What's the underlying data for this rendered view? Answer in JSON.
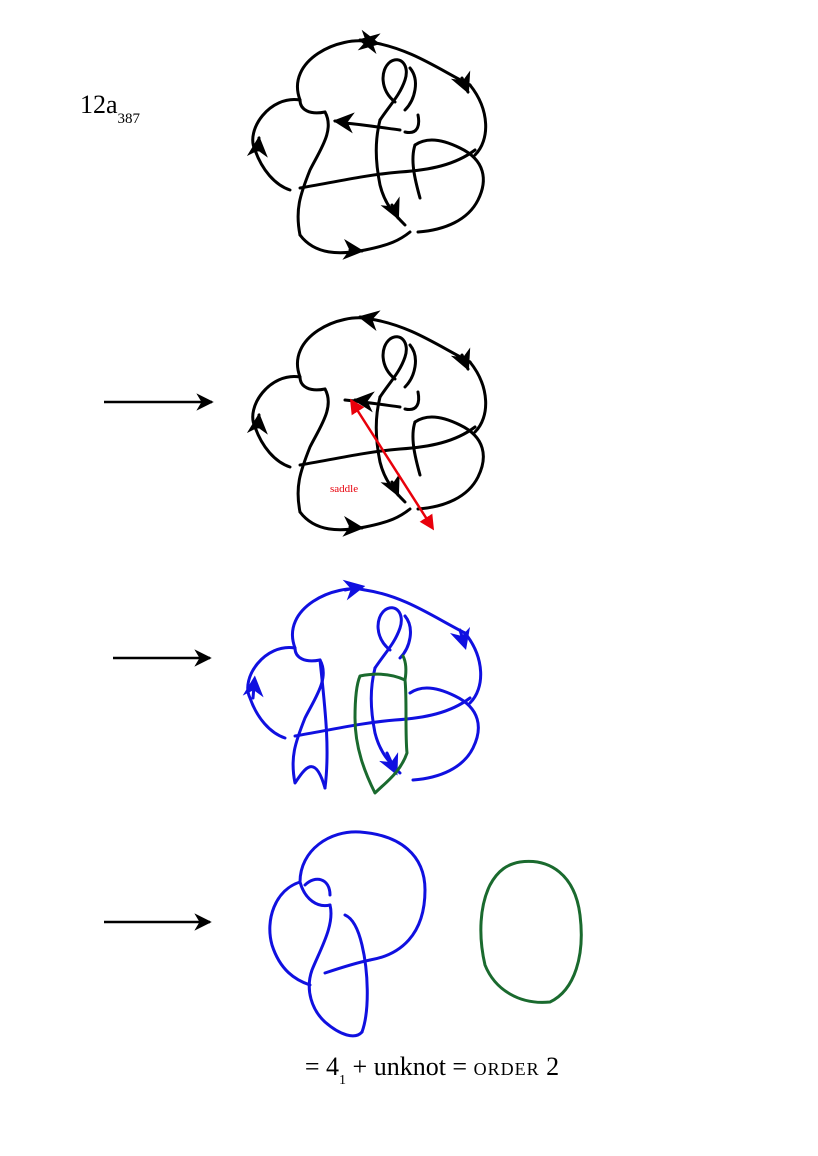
{
  "figure": {
    "knot_name": {
      "main": "12a",
      "subscript": "387"
    },
    "saddle_label": "saddle",
    "result": {
      "prefix": "= 4",
      "subscript": "1",
      "middle": " + unknot = ",
      "order_word": "order",
      "order_value": " 2"
    },
    "colors": {
      "knot": "#000000",
      "saddle": "#e8000b",
      "component_a": "#1010e0",
      "component_b": "#1a6a2e",
      "arrow": "#000000"
    }
  }
}
